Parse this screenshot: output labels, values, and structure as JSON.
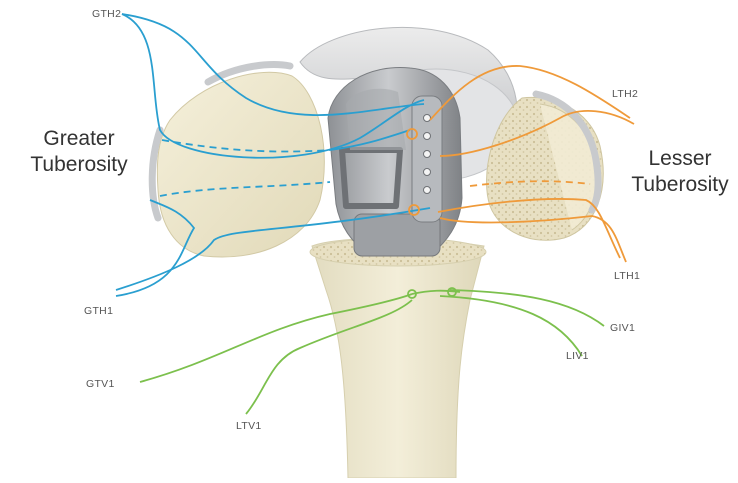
{
  "regions": {
    "greater": [
      "Greater",
      "Tuberosity"
    ],
    "lesser": [
      "Lesser",
      "Tuberosity"
    ]
  },
  "sutures": {
    "gth2": "GTH2",
    "gth1": "GTH1",
    "gtv1": "GTV1",
    "ltv1": "LTV1",
    "lth2": "LTH2",
    "lth1": "LTH1",
    "giv1": "GIV1",
    "liv1": "LIV1"
  },
  "colors": {
    "greater_sutures": "#2a9fd0",
    "lesser_sutures": "#ef9a3a",
    "vertical_sutures": "#7cc04d",
    "bone": "#efe8cc",
    "implant": "#a9acb0",
    "label_text": "#333333"
  }
}
